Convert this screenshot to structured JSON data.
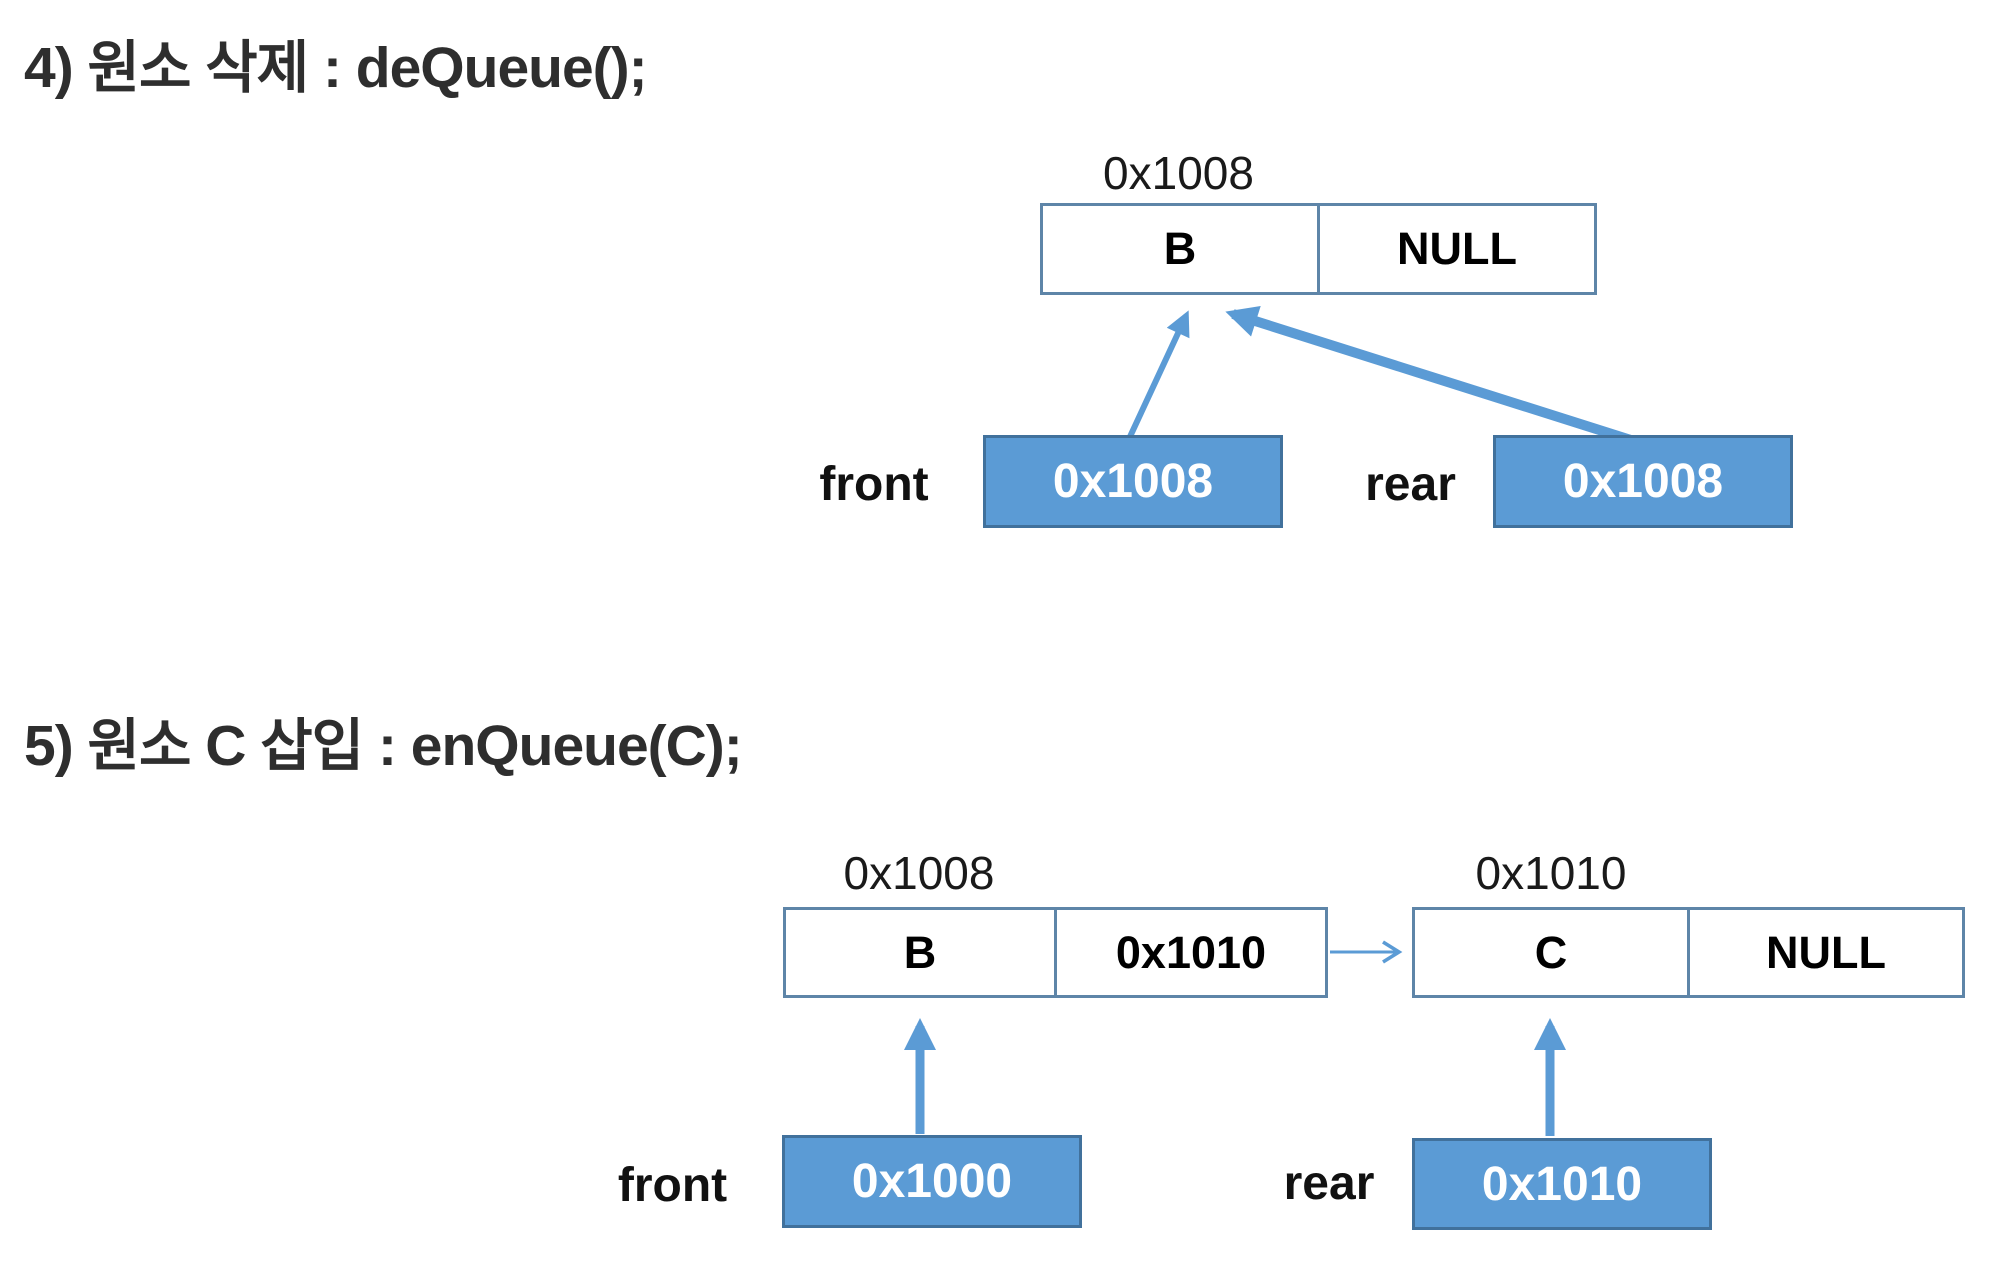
{
  "colors": {
    "accent_blue": "#5B9BD5",
    "pointer_box_border": "#41719C",
    "node_border": "#5E85A8",
    "heading_text": "#2E2E2E",
    "pointer_value_text": "#FFFFFF",
    "node_text": "#000000",
    "background": "#FFFFFF"
  },
  "sections": [
    {
      "heading": "4) 원소 삭제 : deQueue();",
      "nodes": [
        {
          "address": "0x1008",
          "data": "B",
          "next": "NULL"
        }
      ],
      "pointers": [
        {
          "label": "front",
          "value": "0x1008"
        },
        {
          "label": "rear",
          "value": "0x1008"
        }
      ]
    },
    {
      "heading": "5) 원소 C 삽입 : enQueue(C);",
      "nodes": [
        {
          "address": "0x1008",
          "data": "B",
          "next": "0x1010"
        },
        {
          "address": "0x1010",
          "data": "C",
          "next": "NULL"
        }
      ],
      "pointers": [
        {
          "label": "front",
          "value": "0x1000"
        },
        {
          "label": "rear",
          "value": "0x1010"
        }
      ]
    }
  ]
}
